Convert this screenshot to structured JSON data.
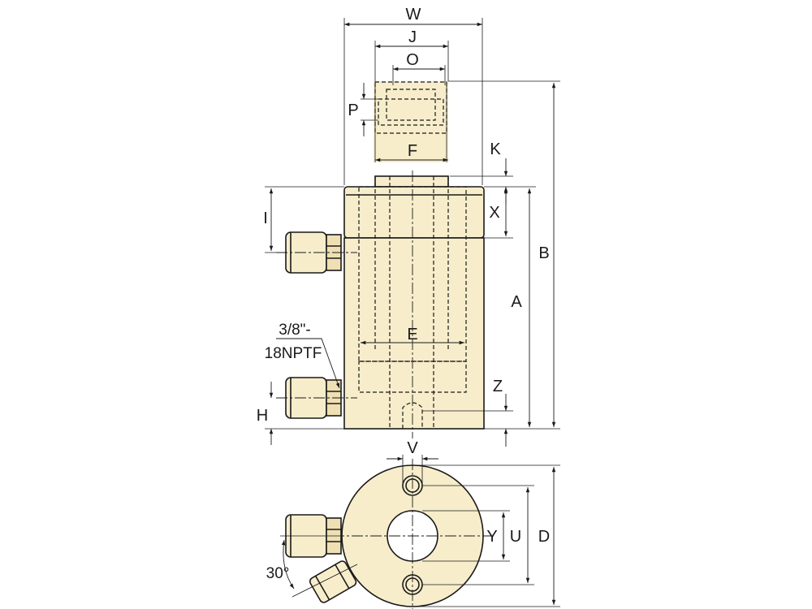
{
  "colors": {
    "body_fill": "#f7edcb",
    "body_shade": "#efe0b3",
    "line": "#1a1a1a",
    "background": "#ffffff"
  },
  "labels": {
    "W": "W",
    "J": "J",
    "O": "O",
    "P": "P",
    "F": "F",
    "K": "K",
    "X": "X",
    "B": "B",
    "A": "A",
    "I": "I",
    "E": "E",
    "Z": "Z",
    "H": "H",
    "port_thread_line1": "3/8\"-",
    "port_thread_line2": "18NPTF",
    "V": "V",
    "Y": "Y",
    "U": "U",
    "D": "D",
    "angle": "30°"
  }
}
